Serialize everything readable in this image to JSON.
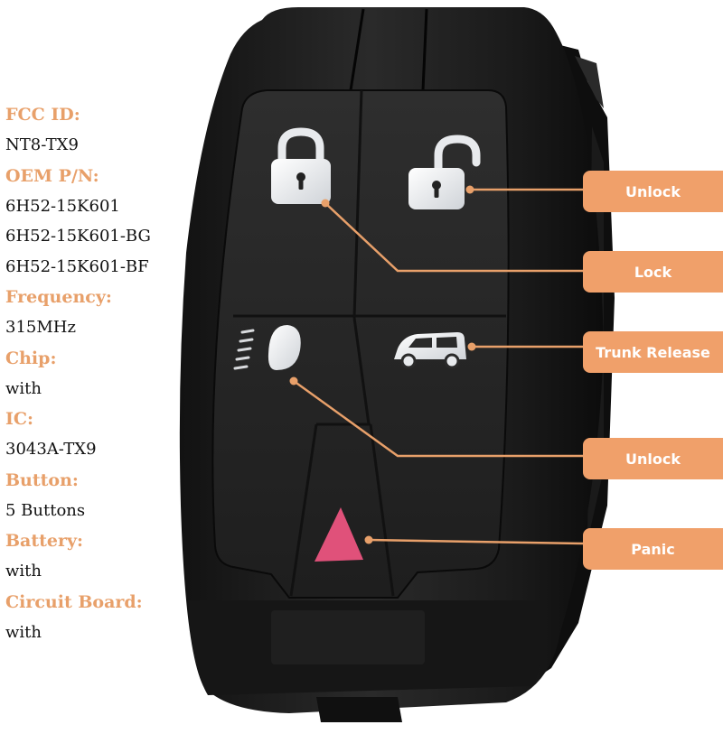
{
  "specs": [
    {
      "label": "FCC ID:",
      "values": [
        "NT8-TX9"
      ]
    },
    {
      "label": "OEM P/N:",
      "values": [
        "6H52-15K601",
        "6H52-15K601-BG",
        "6H52-15K601-BF"
      ]
    },
    {
      "label": "Frequency:",
      "values": [
        "315MHz"
      ]
    },
    {
      "label": "Chip:",
      "values": [
        "with"
      ]
    },
    {
      "label": "IC:",
      "values": [
        "3043A-TX9"
      ]
    },
    {
      "label": "Button:",
      "values": [
        "5 Buttons"
      ]
    },
    {
      "label": "Battery:",
      "values": [
        "with"
      ]
    },
    {
      "label": "Circuit Board:",
      "values": [
        "with"
      ]
    }
  ],
  "callouts": {
    "unlock_top": "Unlock",
    "lock": "Lock",
    "trunk_release": "Trunk Release",
    "unlock_bottom": "Unlock",
    "panic": "Panic"
  },
  "colors": {
    "label_orange": "#e8a06a",
    "callout_orange": "#f0a06a",
    "fob_black": "#1c1c1c",
    "button_white": "#eef0f2",
    "panic_pink": "#e0517a"
  }
}
